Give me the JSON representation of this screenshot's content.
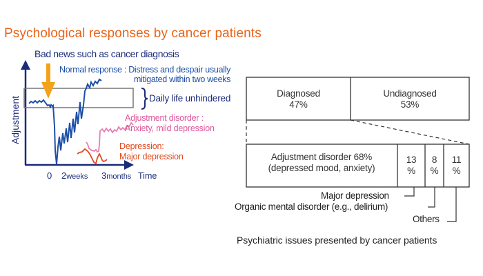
{
  "title": "Psychological responses by cancer patients",
  "left_diagram": {
    "event_label": "Bad news such as cancer diagnosis",
    "normal_response": [
      "Normal response : Distress and despair usually",
      "mitigated within two weeks"
    ],
    "daily_life_label": "Daily life unhindered",
    "adjustment_label": [
      "Adjustment disorder :",
      "Anxiety, mild depression"
    ],
    "depression_label": [
      "Depression:",
      "Major depression"
    ],
    "y_axis_label": "Adjustment",
    "x_ticks": [
      {
        "num": "0",
        "unit": ""
      },
      {
        "num": "2",
        "unit": "weeks"
      },
      {
        "num": "3",
        "unit": "months"
      }
    ],
    "x_axis_label": "Time",
    "colors": {
      "normal": "#1d4fa8",
      "adjustment": "#e77db3",
      "depression": "#e2481c",
      "arrow": "#f4a21a",
      "axis": "#1a2b7a",
      "title": "#e8641a"
    }
  },
  "right_diagram": {
    "top_row": [
      {
        "label": "Diagnosed",
        "value": "47%"
      },
      {
        "label": "Undiagnosed",
        "value": "53%"
      }
    ],
    "bottom_row": [
      {
        "label": "Adjustment disorder  68%",
        "sub": "(depressed mood, anxiety)"
      },
      {
        "label": "13",
        "sub": "%"
      },
      {
        "label": "8",
        "sub": "%"
      },
      {
        "label": "11",
        "sub": "%"
      }
    ],
    "legend": {
      "major": "Major depression",
      "organic": "Organic mental disorder (e.g., delirium)",
      "others": "Others"
    },
    "caption": "Psychiatric issues presented by cancer patients"
  }
}
